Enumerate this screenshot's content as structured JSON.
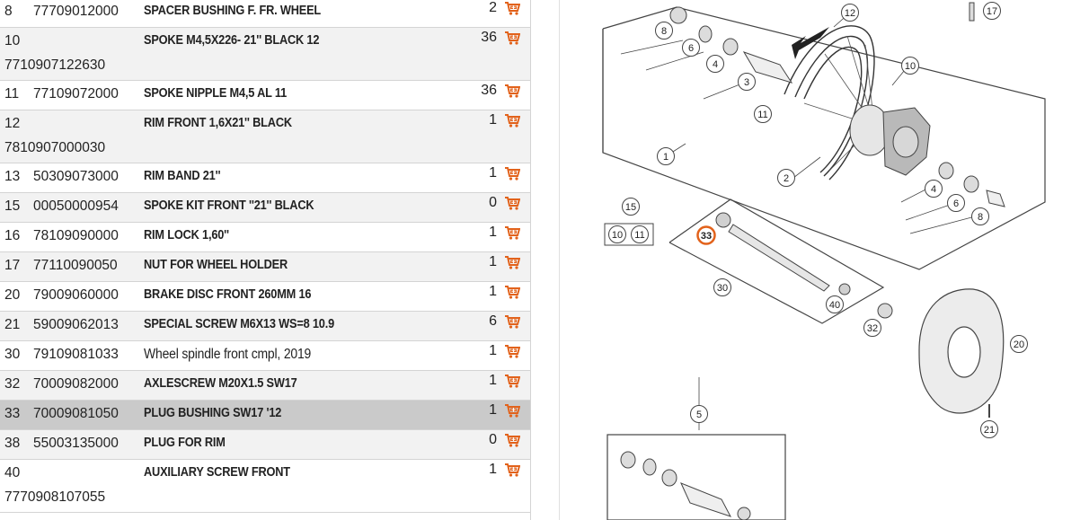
{
  "parts": [
    {
      "pos": "8",
      "art": "77709012000",
      "desc": "SPACER BUSHING F. FR. WHEEL",
      "qty": "2",
      "style": "bold"
    },
    {
      "pos": "10",
      "art": "7710907122630",
      "desc": "SPOKE M4,5X226- 21'' BLACK 12",
      "qty": "36",
      "style": "bold",
      "tall": true
    },
    {
      "pos": "11",
      "art": "77109072000",
      "desc": "SPOKE NIPPLE M4,5 AL 11",
      "qty": "36",
      "style": "bold"
    },
    {
      "pos": "12",
      "art": "7810907000030",
      "desc": "RIM FRONT 1,6X21'' BLACK",
      "qty": "1",
      "style": "bold",
      "tall": true
    },
    {
      "pos": "13",
      "art": "50309073000",
      "desc": "RIM BAND 21''",
      "qty": "1",
      "style": "bold"
    },
    {
      "pos": "15",
      "art": "00050000954",
      "desc": "SPOKE KIT FRONT ''21'' BLACK",
      "qty": "0",
      "style": "bold"
    },
    {
      "pos": "16",
      "art": "78109090000",
      "desc": "RIM LOCK 1,60''",
      "qty": "1",
      "style": "bold"
    },
    {
      "pos": "17",
      "art": "77110090050",
      "desc": "NUT FOR WHEEL HOLDER",
      "qty": "1",
      "style": "bold"
    },
    {
      "pos": "20",
      "art": "79009060000",
      "desc": "BRAKE DISC FRONT 260MM 16",
      "qty": "1",
      "style": "bold"
    },
    {
      "pos": "21",
      "art": "59009062013",
      "desc": "SPECIAL SCREW M6X13 WS=8 10.9",
      "qty": "6",
      "style": "bold"
    },
    {
      "pos": "30",
      "art": "79109081033",
      "desc": "Wheel spindle front cmpl, 2019",
      "qty": "1",
      "style": "plain"
    },
    {
      "pos": "32",
      "art": "70009082000",
      "desc": "AXLESCREW M20X1.5 SW17",
      "qty": "1",
      "style": "bold"
    },
    {
      "pos": "33",
      "art": "70009081050",
      "desc": "PLUG BUSHING SW17 '12",
      "qty": "1",
      "style": "bold",
      "selected": true
    },
    {
      "pos": "38",
      "art": "55003135000",
      "desc": "PLUG FOR RIM",
      "qty": "0",
      "style": "bold"
    },
    {
      "pos": "40",
      "art": "7770908107055",
      "desc": "AUXILIARY SCREW FRONT",
      "qty": "1",
      "style": "bold",
      "tall": true
    }
  ],
  "diagram": {
    "callouts": [
      "1",
      "2",
      "3",
      "4",
      "4",
      "5",
      "6",
      "6",
      "8",
      "8",
      "10",
      "10",
      "11",
      "11",
      "12",
      "15",
      "17",
      "20",
      "21",
      "30",
      "32",
      "33",
      "40"
    ],
    "highlight": "33",
    "colors": {
      "accent": "#e2621b",
      "line": "#444444",
      "part": "#cfcfcf"
    }
  },
  "icons": {
    "cart": "shopping-cart-plus-icon"
  }
}
